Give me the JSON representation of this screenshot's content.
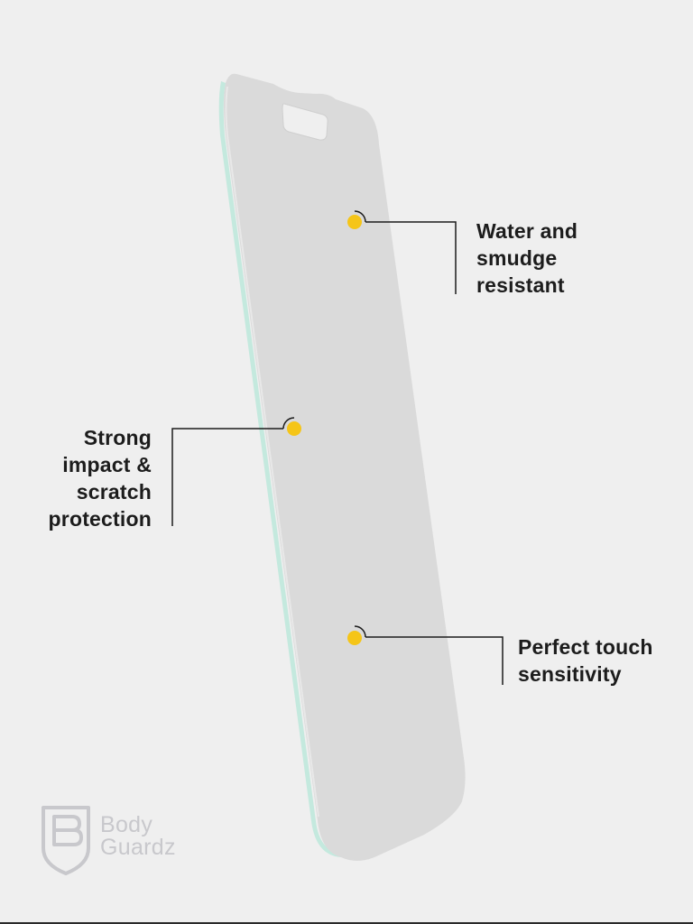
{
  "callouts": {
    "water": {
      "line1": "Water and",
      "line2": "smudge",
      "line3": "resistant"
    },
    "impact": {
      "line1": "Strong",
      "line2": "impact &",
      "line3": "scratch",
      "line4": "protection"
    },
    "touch": {
      "line1": "Perfect touch",
      "line2": "sensitivity"
    }
  },
  "brand": {
    "line1": "Body",
    "line2": "Guardz",
    "logo_letter": "B"
  },
  "colors": {
    "background": "#efefef",
    "glass": "#dadada",
    "glass_edge": "#bfe8dc",
    "dot": "#f5c518",
    "leader": "#1c1c1c",
    "brand": "#c8c8cc"
  }
}
